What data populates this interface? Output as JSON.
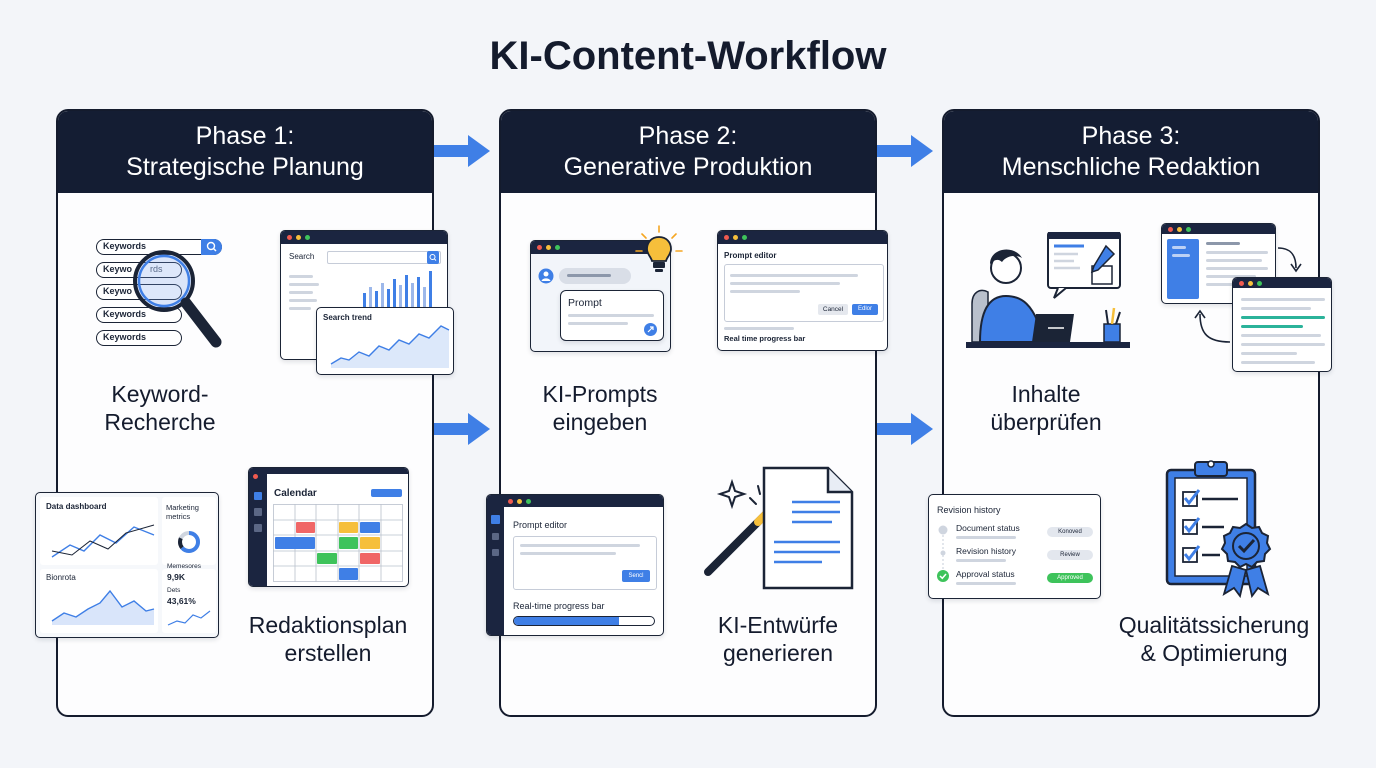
{
  "title": "KI-Content-Workflow",
  "phases": [
    {
      "line1": "Phase 1:",
      "line2": "Strategische Planung",
      "steps": [
        {
          "line1": "Keyword-",
          "line2": "Recherche"
        },
        {
          "line1": "Redaktionsplan",
          "line2": "erstellen"
        }
      ]
    },
    {
      "line1": "Phase 2:",
      "line2": "Generative Produktion",
      "steps": [
        {
          "line1": "KI-Prompts",
          "line2": "eingeben"
        },
        {
          "line1": "KI-Entwürfe",
          "line2": "generieren"
        }
      ]
    },
    {
      "line1": "Phase 3:",
      "line2": "Menschliche Redaktion",
      "steps": [
        {
          "line1": "Inhalte",
          "line2": "überprüfen"
        },
        {
          "line1": "Qualitätssicherung",
          "line2": "& Optimierung"
        }
      ]
    }
  ],
  "keyword_list": {
    "items": [
      "Keywords",
      "Keywo",
      "Keywo",
      "Keywords",
      "Keywords"
    ],
    "lens_text": "rds"
  },
  "search_card": {
    "label": "Search",
    "trend_label": "Search trend"
  },
  "dashboard_card": {
    "title": "Data dashboard",
    "metrics_title_1": "Marketing",
    "metrics_title_2": "metrics",
    "bottom_title": "Bionrota",
    "stat1_label": "Memesores",
    "stat1_value": "9,9K",
    "stat2_label": "Dets",
    "stat2_value": "43,61%"
  },
  "calendar_card": {
    "title": "Calendar"
  },
  "prompt_chat_card": {
    "prompt_label": "Prompt"
  },
  "prompt_editor_top": {
    "title": "Prompt editor",
    "cancel_label": "Cancel",
    "edit_label": "Edlor",
    "progress_label": "Real time progress bar"
  },
  "prompt_editor_bottom": {
    "title": "Prompt editor",
    "send_label": "Sencl",
    "progress_label": "Real-time progress bar",
    "progress": 0.75
  },
  "revision_card": {
    "title": "Revision history",
    "rows": [
      {
        "label": "Document status",
        "badge": "Konoved"
      },
      {
        "label": "Revision history",
        "badge": "Review"
      },
      {
        "label": "Approval status",
        "badge": "Approved"
      }
    ]
  },
  "colors": {
    "accent": "#3f7fe6",
    "dark": "#141d33",
    "approved": "#3ec35b",
    "calendar_red": "#f06666",
    "calendar_yellow": "#f6bf3b",
    "calendar_green": "#3ec35b"
  }
}
